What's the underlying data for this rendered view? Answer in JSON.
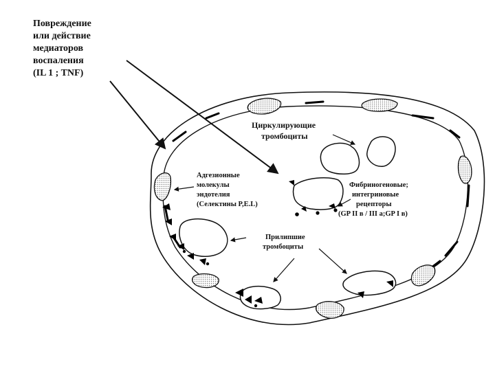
{
  "title_lines": [
    "Повреждение",
    "или действие",
    "медиаторов",
    "воспаления",
    "(IL 1 ; TNF)"
  ],
  "labels": {
    "circulating": [
      "Циркулирующие",
      "тромбоциты"
    ],
    "adhesion": [
      "Адгезионные",
      "молекулы",
      "эндотелия",
      "(Селектины P,E.L)"
    ],
    "receptors": [
      "Фибриногеновые;",
      "интегриновые",
      "рецепторы",
      "(GP II в / III а;GP I в)"
    ],
    "adhered": [
      "Прилипшие",
      "тромбоциты"
    ]
  }
}
